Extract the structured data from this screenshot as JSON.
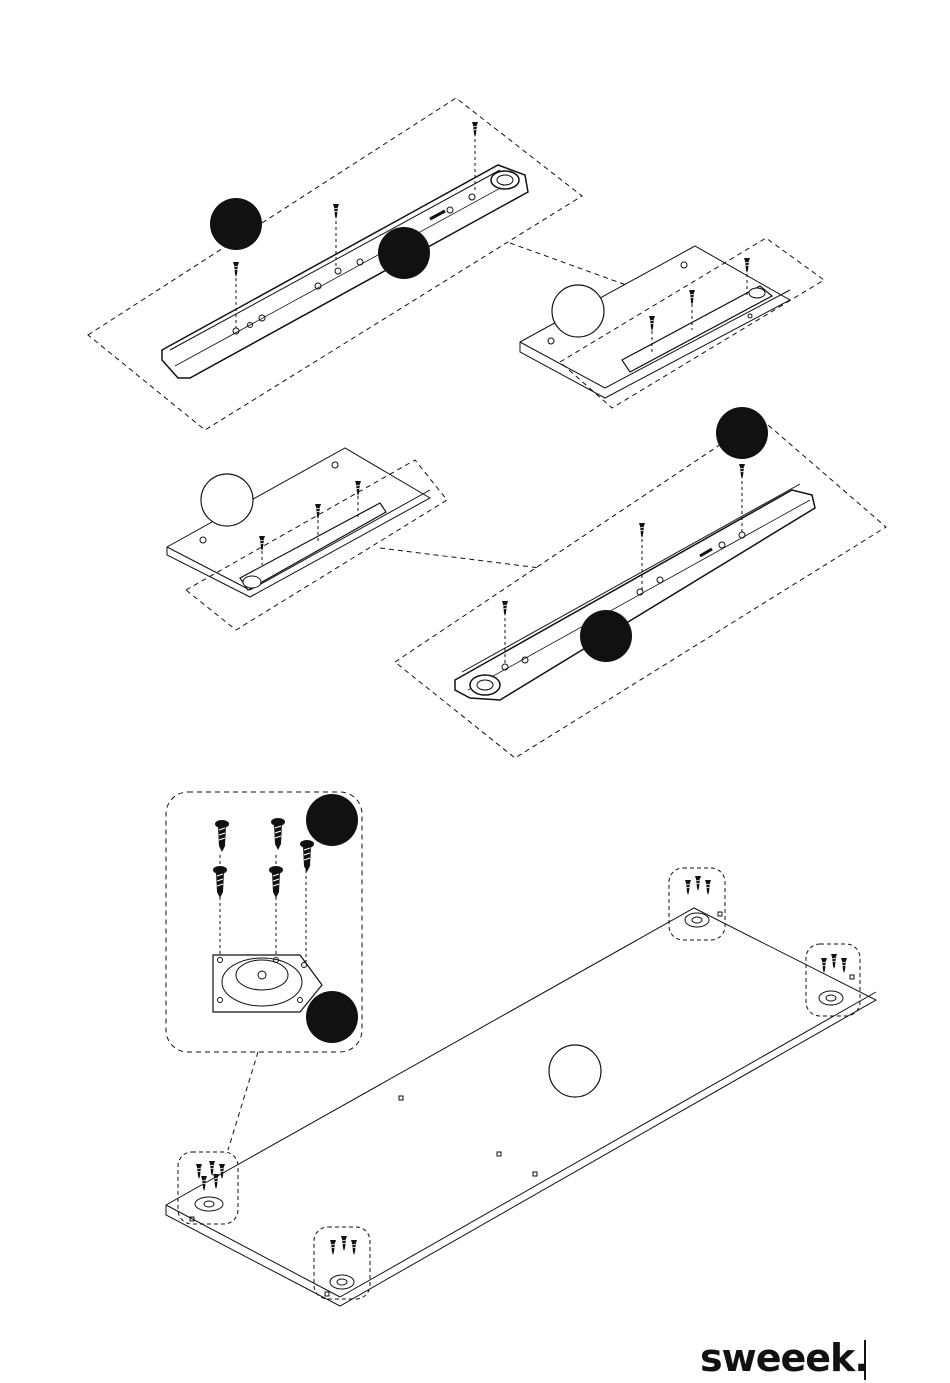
{
  "brand": {
    "name": "sweeek.",
    "color": "#111111"
  },
  "palette": {
    "ink": "#111111",
    "paper": "#ffffff"
  },
  "steps": [
    {
      "id": "rail-left",
      "callouts": [
        "filled",
        "filled"
      ]
    },
    {
      "id": "panel-right",
      "callouts": [
        "outline"
      ]
    },
    {
      "id": "panel-left",
      "callouts": [
        "outline"
      ]
    },
    {
      "id": "rail-right",
      "callouts": [
        "filled",
        "filled"
      ]
    },
    {
      "id": "foot-detail",
      "callouts": [
        "filled",
        "filled"
      ]
    },
    {
      "id": "base-panel",
      "callouts": [
        "outline"
      ]
    }
  ]
}
